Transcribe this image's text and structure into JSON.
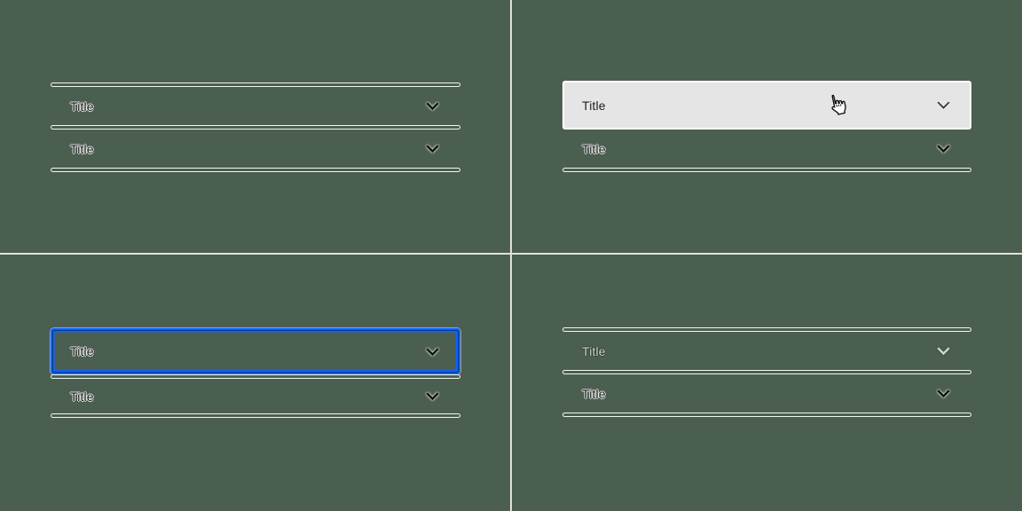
{
  "quadrants": [
    {
      "state": "default",
      "rows": [
        {
          "label": "Title"
        },
        {
          "label": "Title"
        }
      ]
    },
    {
      "state": "hover",
      "rows": [
        {
          "label": "Title"
        },
        {
          "label": "Title"
        }
      ]
    },
    {
      "state": "focus",
      "rows": [
        {
          "label": "Title"
        },
        {
          "label": "Title"
        }
      ]
    },
    {
      "state": "disabled",
      "rows": [
        {
          "label": "Title"
        },
        {
          "label": "Title"
        }
      ]
    }
  ],
  "icons": {
    "chevron": "chevron-down-icon",
    "cursor": "hand-pointer-cursor-icon"
  },
  "colors": {
    "background": "#4b5f50",
    "divider": "#dfe2da",
    "separator_outline": "#fbfcf9",
    "hover_fill": "#e5e5e5",
    "focus_ring": "#0f62fe",
    "text": "#161616",
    "text_disabled": "#d3d5d1"
  }
}
